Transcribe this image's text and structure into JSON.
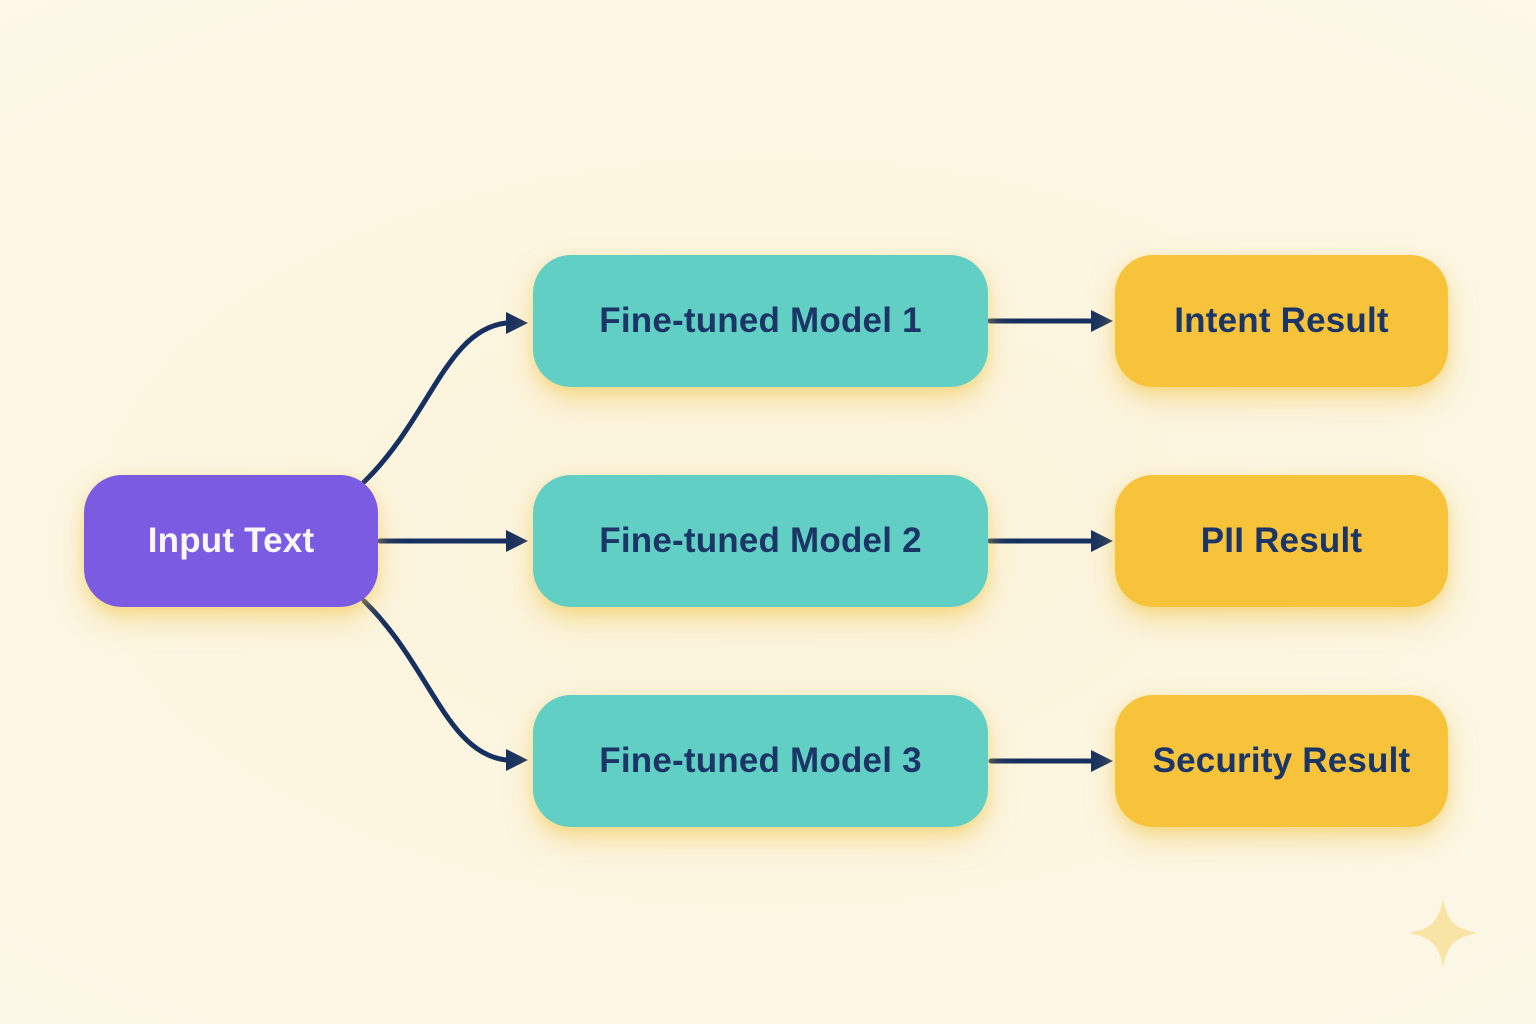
{
  "diagram": {
    "input": {
      "label": "Input Text"
    },
    "models": [
      {
        "label": "Fine-tuned Model 1"
      },
      {
        "label": "Fine-tuned Model 2"
      },
      {
        "label": "Fine-tuned Model 3"
      }
    ],
    "results": [
      {
        "label": "Intent Result"
      },
      {
        "label": "PII Result"
      },
      {
        "label": "Security Result"
      }
    ],
    "colors": {
      "background": "#fbf3da",
      "input_bg": "#7b5be1",
      "input_text": "#f8f7fd",
      "model_bg": "#62cfc4",
      "result_bg": "#f6c33b",
      "text_dark": "#1b3566",
      "arrow": "#16305f",
      "sparkle": "#f8e5a6"
    }
  }
}
